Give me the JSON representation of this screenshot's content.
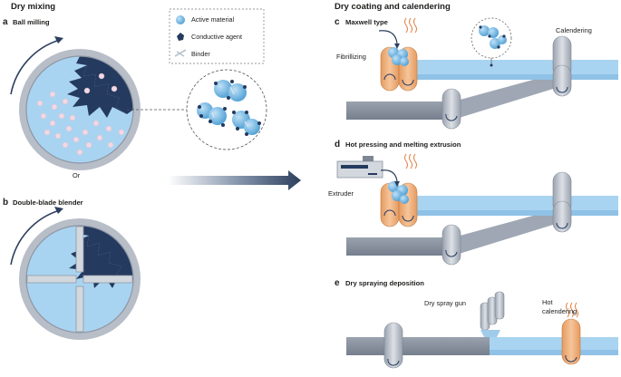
{
  "sections": {
    "left": "Dry mixing",
    "right": "Dry coating and calendering"
  },
  "panels": {
    "a": {
      "letter": "a",
      "title": "Ball milling"
    },
    "b": {
      "letter": "b",
      "title": "Double-blade blender"
    },
    "c": {
      "letter": "c",
      "title": "Maxwell type"
    },
    "d": {
      "letter": "d",
      "title": "Hot pressing and melting extrusion"
    },
    "e": {
      "letter": "e",
      "title": "Dry spraying deposition"
    }
  },
  "connector": "Or",
  "legend": {
    "items": [
      {
        "label": "Active material",
        "icon": "active-material-icon",
        "color": "#6cb6e6"
      },
      {
        "label": "Conductive agent",
        "icon": "conductive-agent-icon",
        "color": "#243a5e"
      },
      {
        "label": "Binder",
        "icon": "binder-icon",
        "color": "#b9c3cf"
      }
    ]
  },
  "labels": {
    "fibrillizing": "Fibrillizing",
    "calendering": "Calendering",
    "extruder": "Extruder",
    "spray_gun": "Dry spray gun",
    "hot_calendering_line1": "Hot",
    "hot_calendering_line2": "calendering"
  },
  "colors": {
    "film": "#a9d4f1",
    "film_dark": "#8fc2e6",
    "powder": "#6cb6e6",
    "navy": "#243a5e",
    "heated_roller": "#f2b27f",
    "roller_grey": "#c9ced6",
    "foil": "#8d96a4",
    "drum_rim": "#b8bec8"
  }
}
